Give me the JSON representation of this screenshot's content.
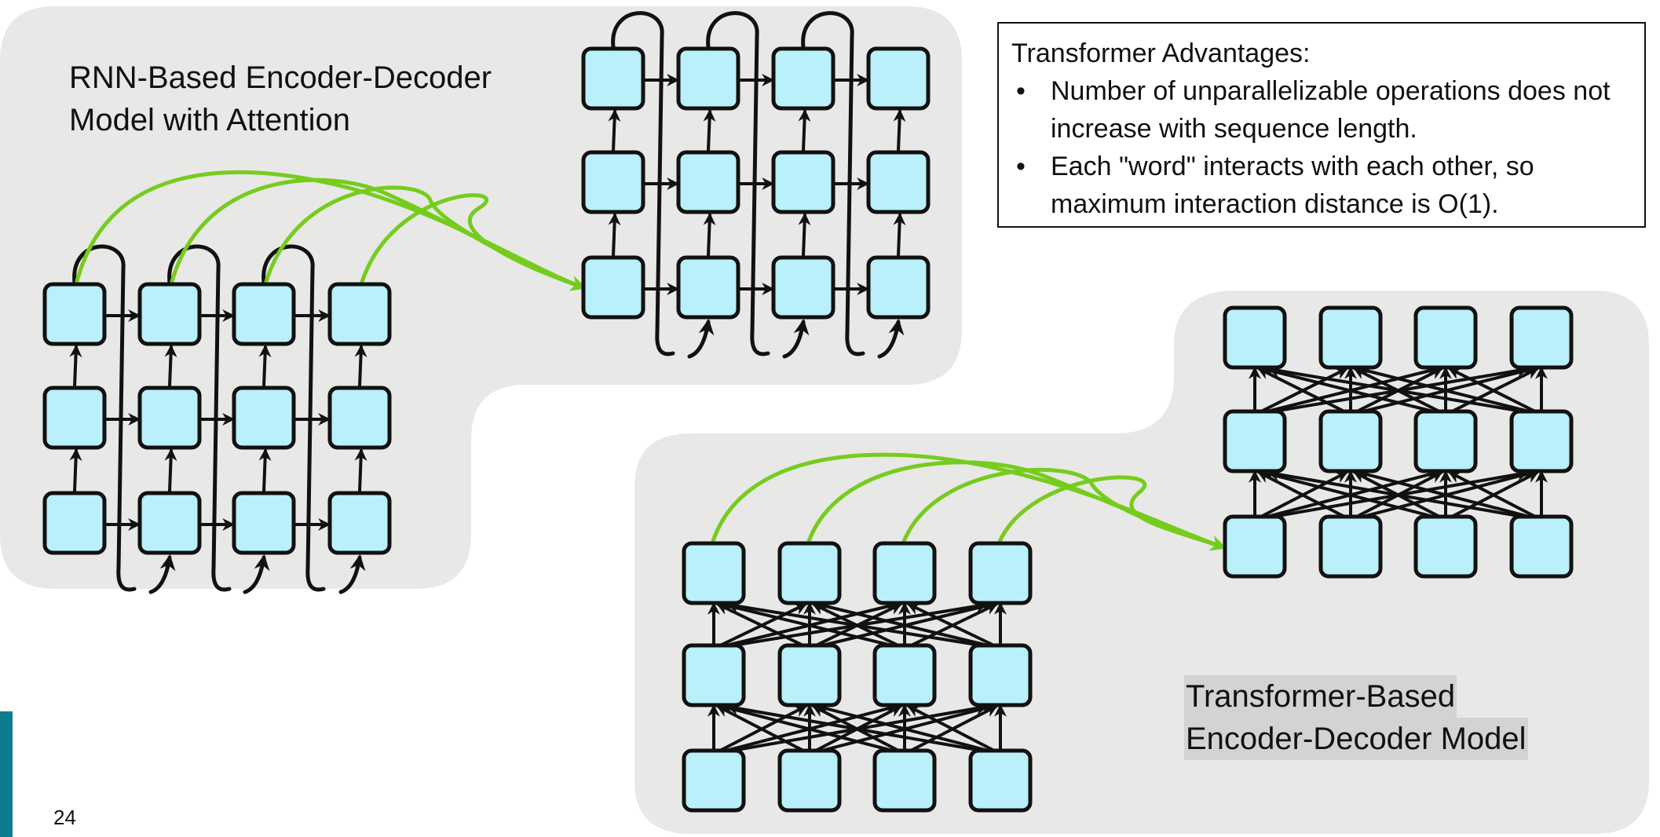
{
  "rnn_panel": {
    "title_line1": "RNN-Based Encoder-Decoder",
    "title_line2": "Model with Attention"
  },
  "transformer_panel": {
    "title_line1": "Transformer-Based",
    "title_line2": "Encoder-Decoder Model"
  },
  "advantages": {
    "heading": "Transformer Advantages:",
    "bullet_symbol": "•",
    "items": [
      "Number of unparallelizable operations does not increase with sequence length.",
      "Each \"word\" interacts with each other, so maximum interaction distance is O(1)."
    ]
  },
  "slide_number": "24",
  "colors": {
    "panel_bg": "#e8e8e6",
    "node_fill": "#b9f0fa",
    "node_stroke": "#111111",
    "attention_arrow": "#76cc1e",
    "accent_bar": "#0c7d8f"
  }
}
